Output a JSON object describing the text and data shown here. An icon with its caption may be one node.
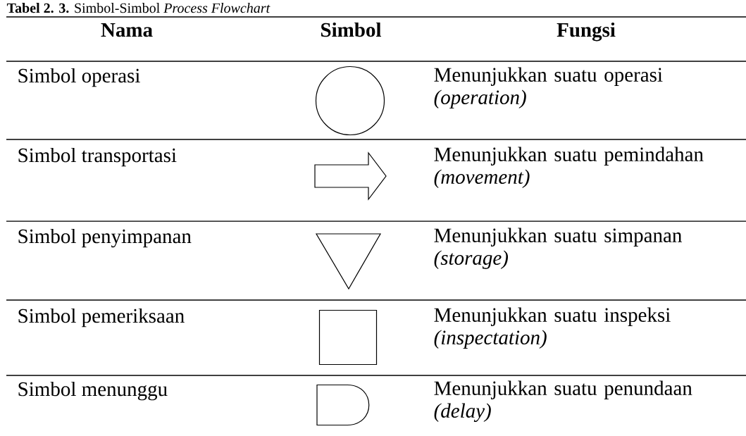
{
  "diagram": {
    "title": "**Tabel 2. 3.** Simbol-Simbol *Process Flowchart*",
    "nodes": [
      {
        "text": [],
        "shape": "circle"
      },
      {
        "text": [],
        "shape": "arrow"
      },
      {
        "text": [],
        "shape": "triangle"
      },
      {
        "text": [],
        "shape": "box"
      },
      {
        "text": [],
        "shape": "delay"
      }
    ],
    "labels": [
      "Nama",
      "Simbol",
      "Fungsi",
      "Simbol operasi",
      "Menunjukkan suatu operasi *(operation)*",
      "Simbol transportasi",
      "Menunjukkan suatu pemindahan *(movement)*",
      "Simbol penyimpanan",
      "Menunjukkan suatu simpanan *(storage)*",
      "Simbol pemeriksaan",
      "Menunjukkan suatu inspeksi *(inspectation)*",
      "Simbol menunggu",
      "Menunjukkan suatu penundaan *(delay)*"
    ]
  }
}
